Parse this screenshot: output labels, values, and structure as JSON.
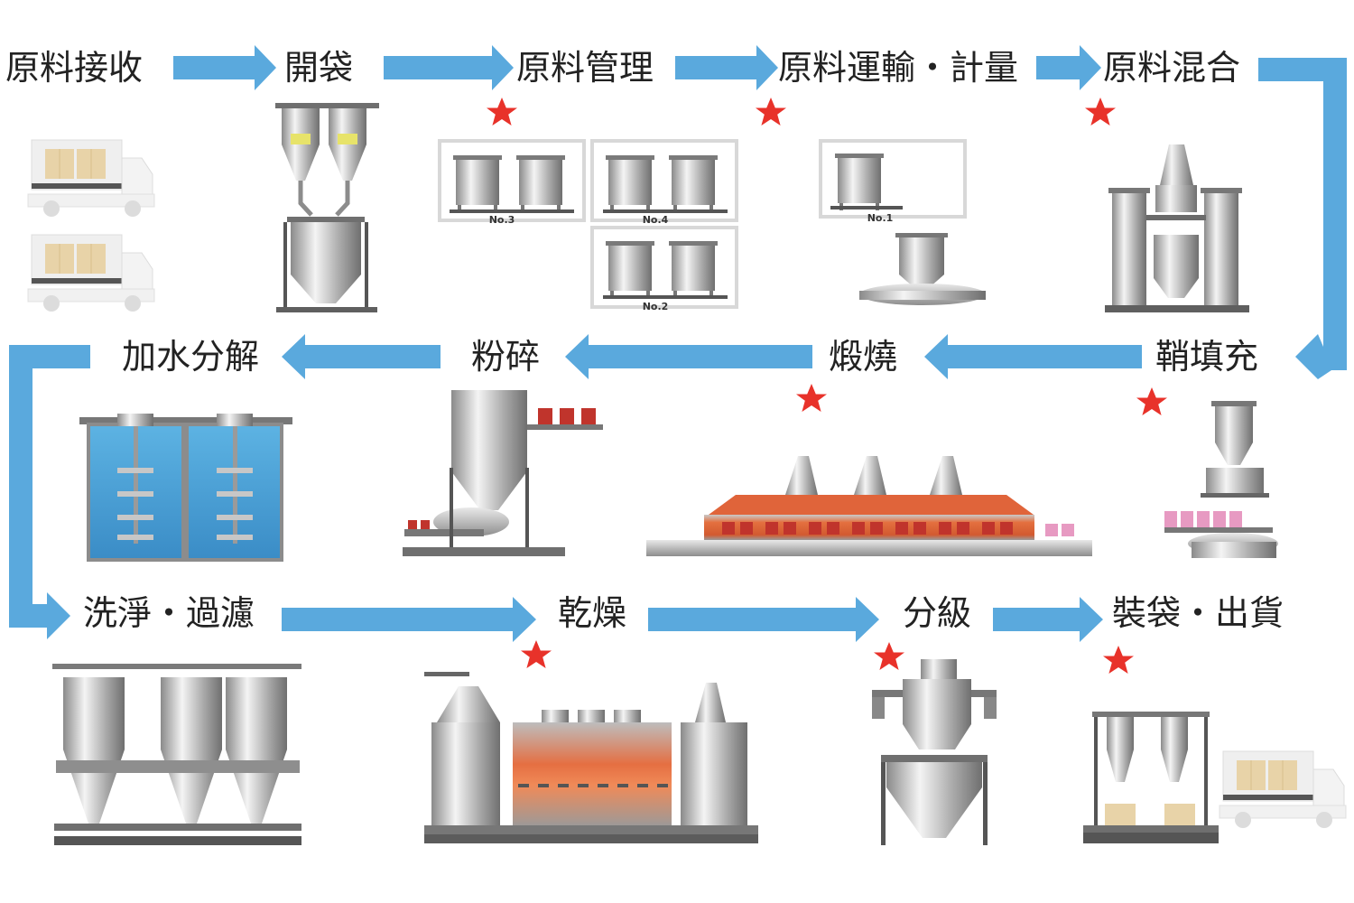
{
  "steps": {
    "receive": "原料接收",
    "open_bag": "開袋",
    "manage": "原料管理",
    "transport": "原料運輸・計量",
    "mix": "原料混合",
    "fill": "鞘填充",
    "calcine": "煅燒",
    "crush": "粉碎",
    "hydrolysis": "加水分解",
    "wash": "洗淨・過濾",
    "dry": "乾燥",
    "classify": "分級",
    "pack": "裝袋・出貨"
  },
  "silo_tags": {
    "no3": "No.3",
    "no4": "No.4",
    "no2": "No.2",
    "no1": "No.1"
  },
  "colors": {
    "arrow": "#5aa9dd",
    "star": "#e8322a",
    "water": "#3f9fd6",
    "kiln": "#e0643a",
    "steel": "#b8b8b8"
  }
}
